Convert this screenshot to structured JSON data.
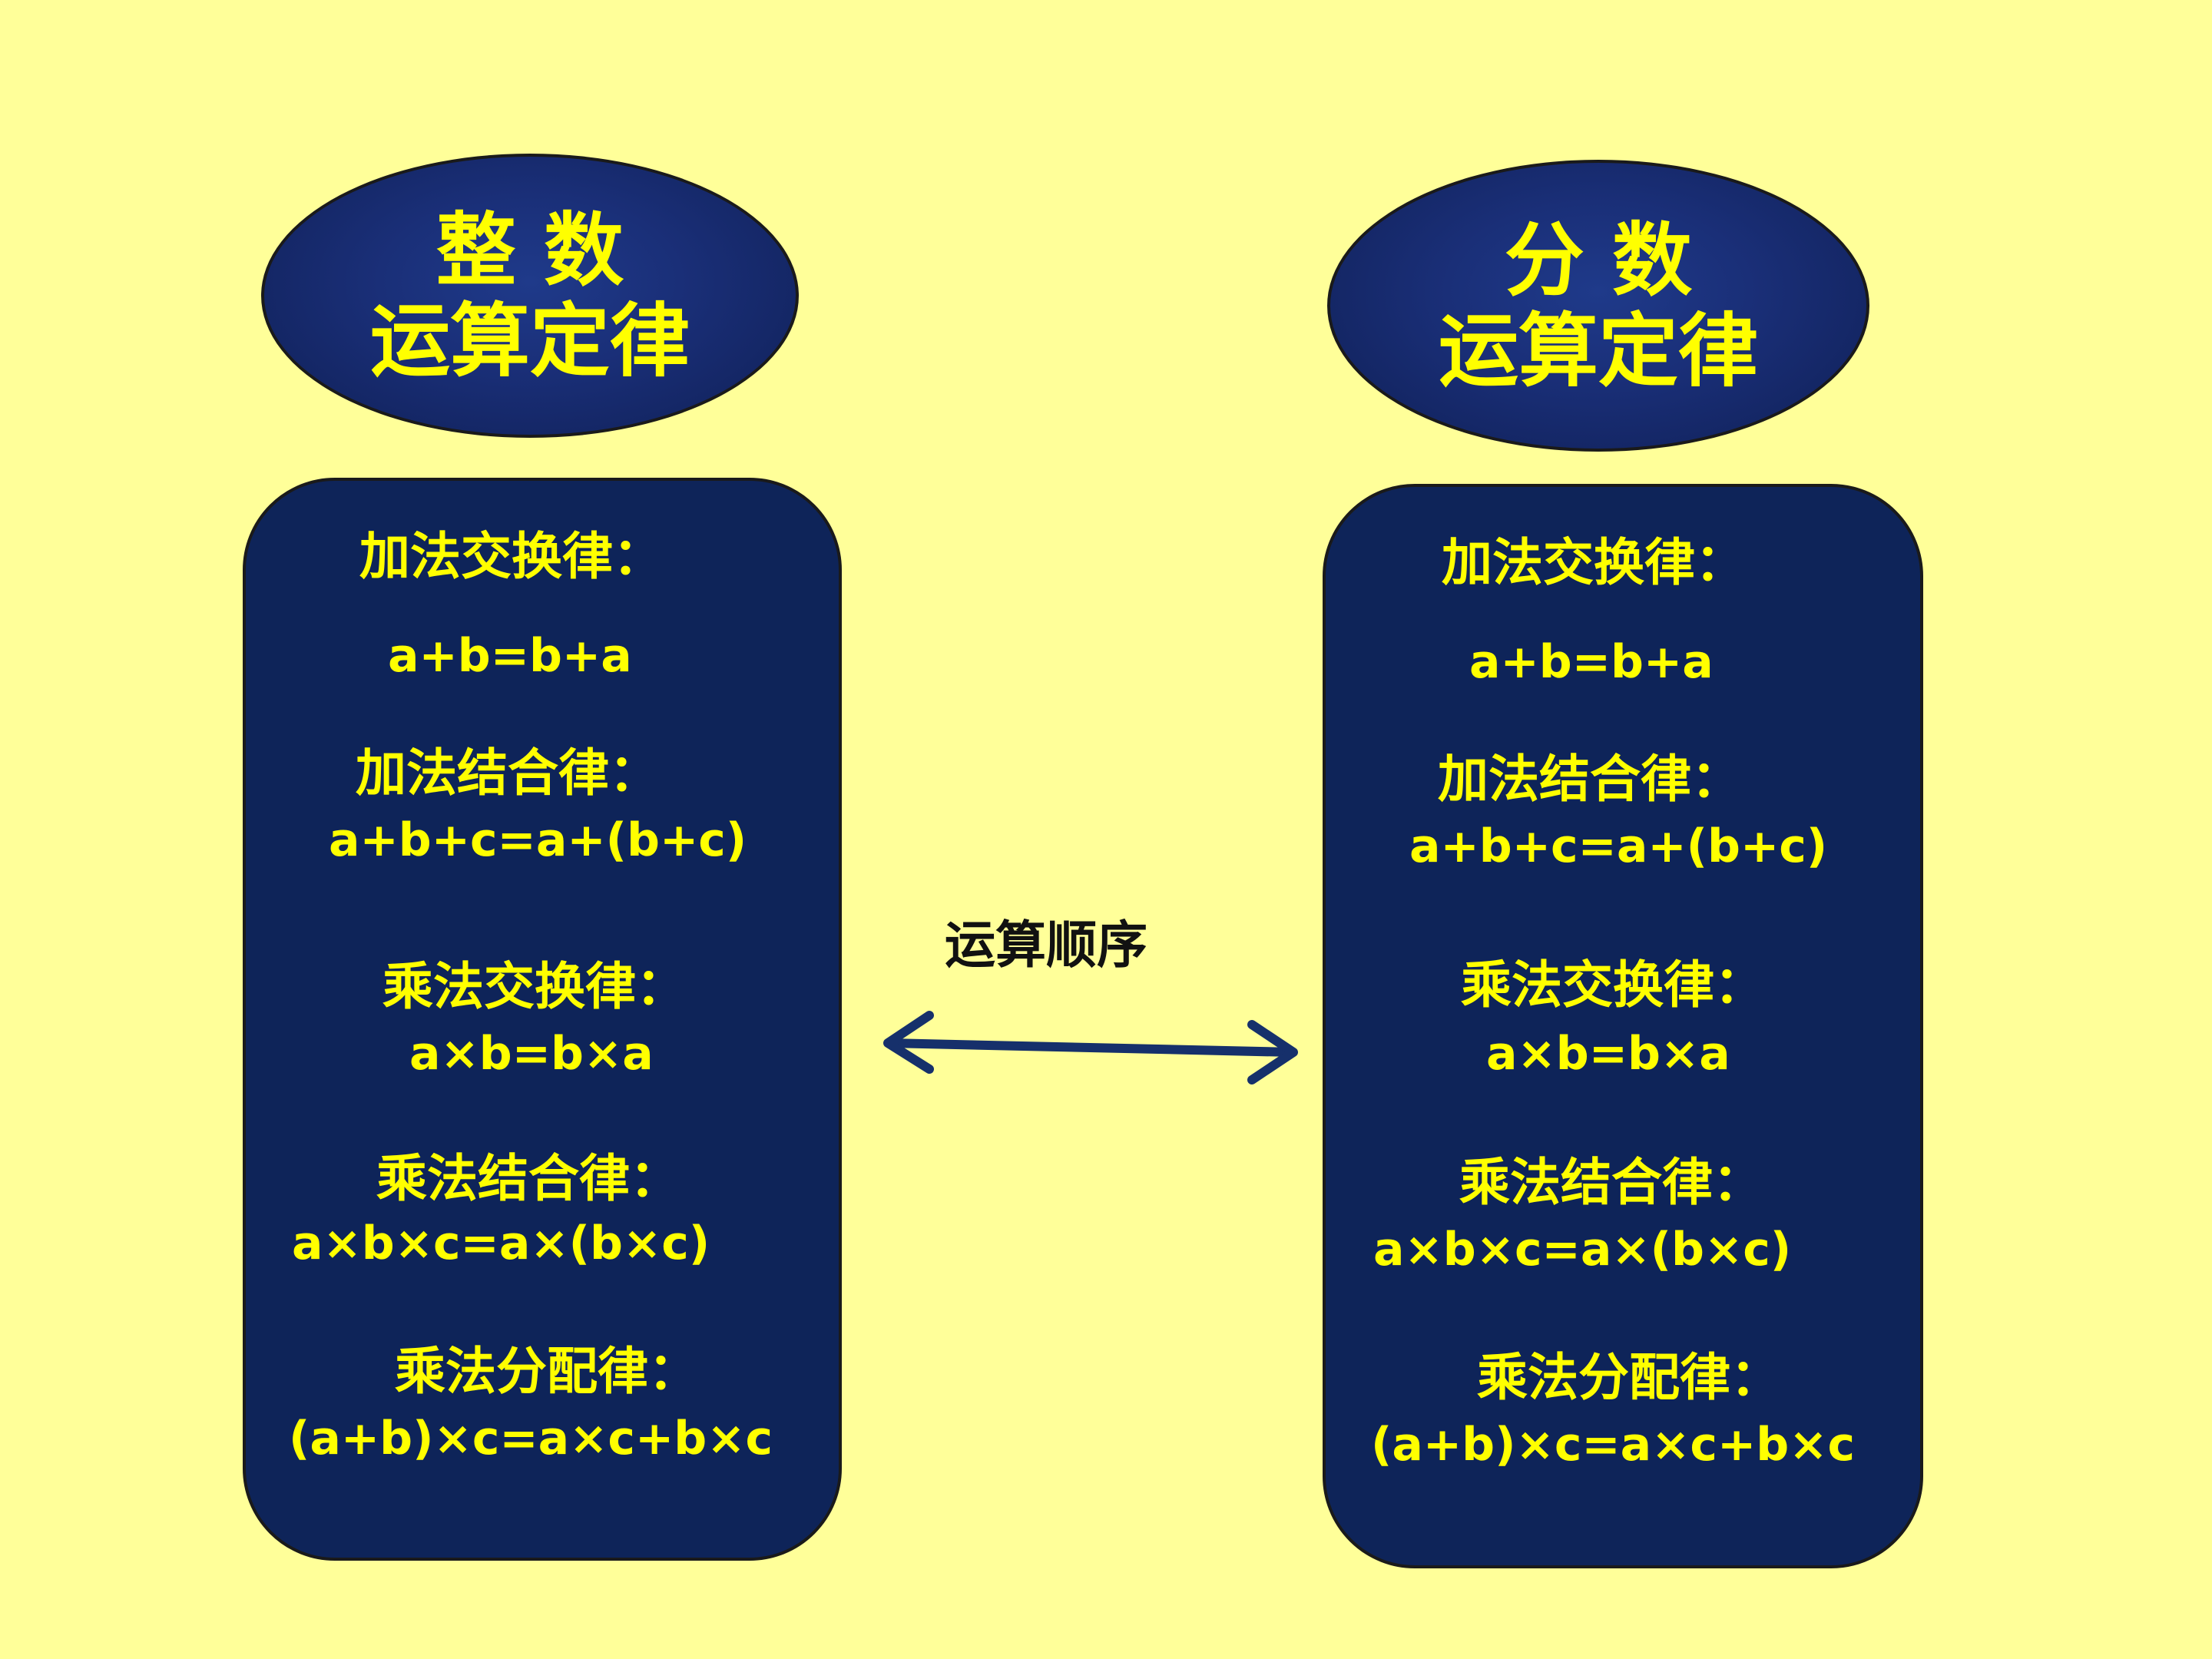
{
  "left": {
    "header_line1": "整 数",
    "header_line2": "运算定律",
    "rules": [
      {
        "title": "加法交换律：",
        "formula": "a+b=b+a"
      },
      {
        "title": "加法结合律：",
        "formula": "a+b+c=a+(b+c)"
      },
      {
        "title": "乘法交换律：",
        "formula": "a×b=b×a"
      },
      {
        "title": "乘法结合律：",
        "formula": "a×b×c=a×(b×c)"
      },
      {
        "title": "乘法分配律：",
        "formula": "(a+b)×c=a×c+b×c"
      }
    ]
  },
  "right": {
    "header_line1": "分 数",
    "header_line2": "运算定律",
    "rules": [
      {
        "title": "加法交换律：",
        "formula": "a+b=b+a"
      },
      {
        "title": "加法结合律：",
        "formula": "a+b+c=a+(b+c)"
      },
      {
        "title": "乘法交换律：",
        "formula": "a×b=b×a"
      },
      {
        "title": "乘法结合律：",
        "formula": "a×b×c=a×(b×c)"
      },
      {
        "title": "乘法分配律：",
        "formula": "(a+b)×c=a×c+b×c"
      }
    ]
  },
  "center": {
    "label": "运算顺序",
    "arrow_icon": "double-headed-arrow-icon"
  },
  "colors": {
    "background": "#ffff99",
    "panel": "#0e2459",
    "text": "#ffff00",
    "arrow": "#16306b"
  }
}
